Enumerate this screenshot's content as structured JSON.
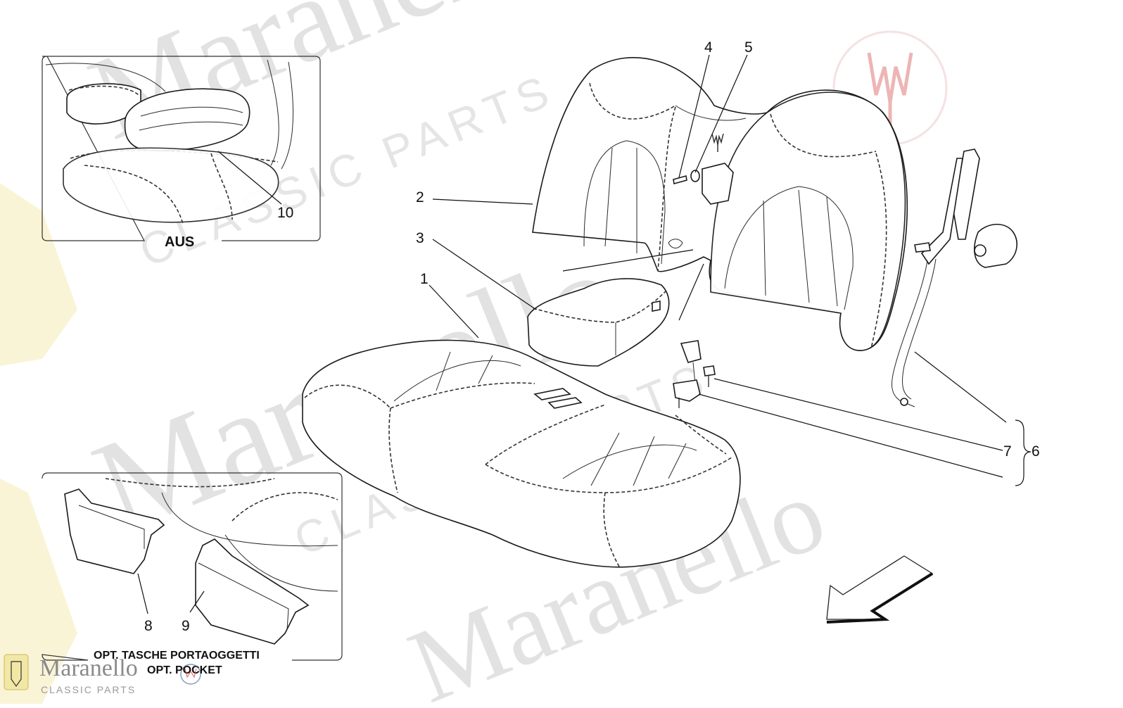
{
  "watermark": {
    "brand": "Maranello",
    "tagline": "CLASSIC PARTS",
    "logo_main": "Maranello",
    "logo_sub": "CLASSIC PARTS"
  },
  "diagram": {
    "callouts": [
      "1",
      "2",
      "3",
      "4",
      "5",
      "6",
      "7",
      "8",
      "9",
      "10"
    ],
    "inset_top_caption": "AUS",
    "inset_bottom_caption_line1": "OPT. TASCHE PORTAOGGETTI",
    "inset_bottom_caption_line2": "OPT. POCKET"
  },
  "icons": [
    "ferrari-shield-icon",
    "maserati-trident-icon",
    "direction-arrow-icon"
  ],
  "colors": {
    "line": "#1a1a1a",
    "watermark": "#d9d9d9",
    "shield_yellow": "#f3e7a6",
    "trident_red": "#d23c3c",
    "maserati_blue": "#3a5a8c"
  }
}
